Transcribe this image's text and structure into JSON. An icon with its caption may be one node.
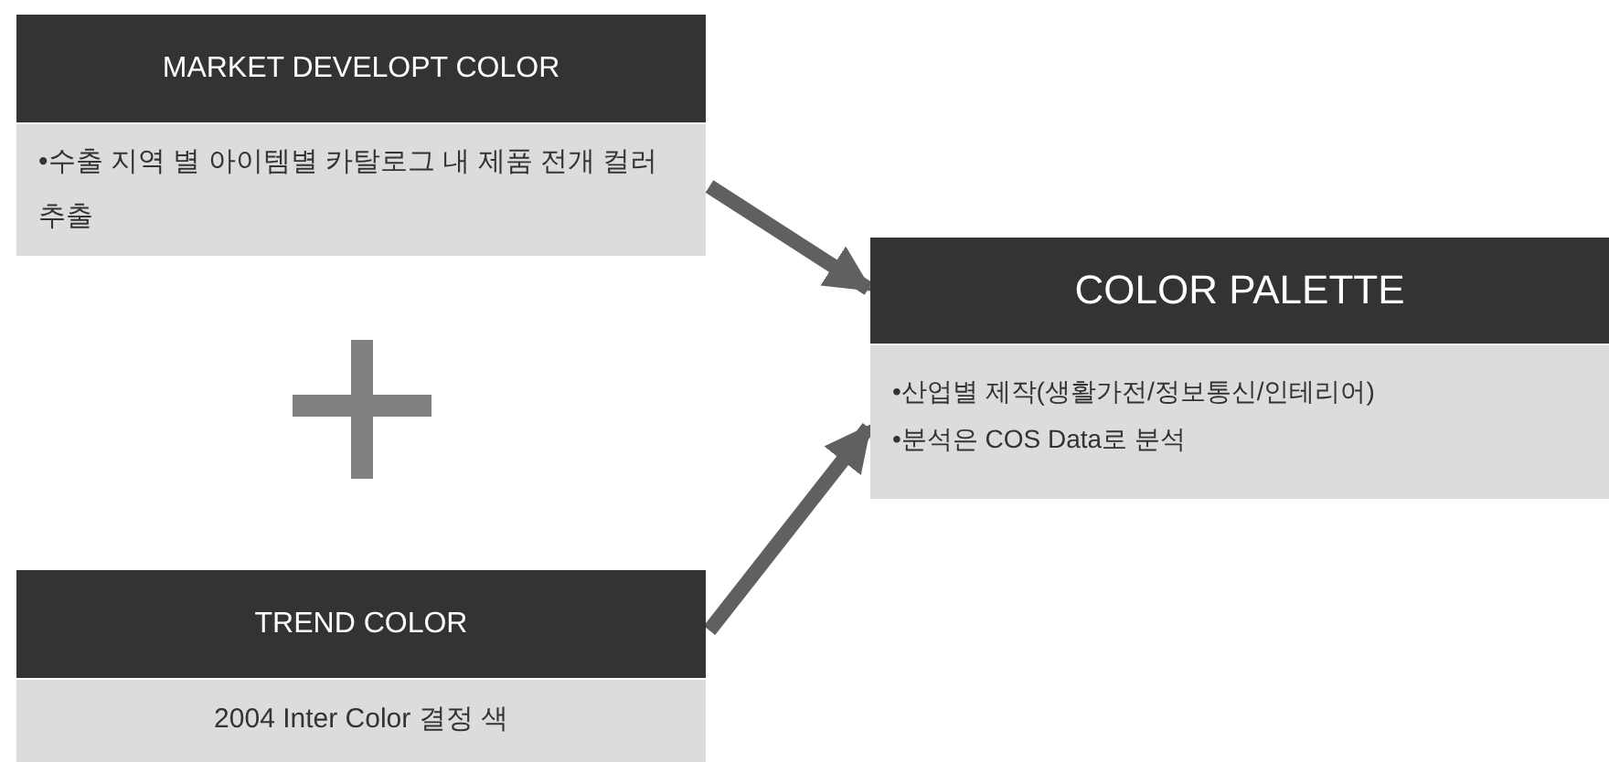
{
  "diagram": {
    "nodes": [
      {
        "text": [
          "MARKET DEVELOPT COLOR",
          "•수출 지역 별 아이템별 카탈로그 내 제품 전개 컬러 추출"
        ]
      },
      {
        "text": [
          "COLOR PALETTE",
          "•산업별 제작(생활가전/정보통신/인테리어)",
          "•분석은 COS Data로 분석"
        ]
      },
      {
        "text": [
          "TREND COLOR",
          "2004 Inter Color 결정 색"
        ]
      }
    ],
    "edges": [
      {
        "from": 0,
        "to": 1,
        "arrow": "to"
      },
      {
        "from": 2,
        "to": 1,
        "arrow": "to"
      }
    ]
  }
}
